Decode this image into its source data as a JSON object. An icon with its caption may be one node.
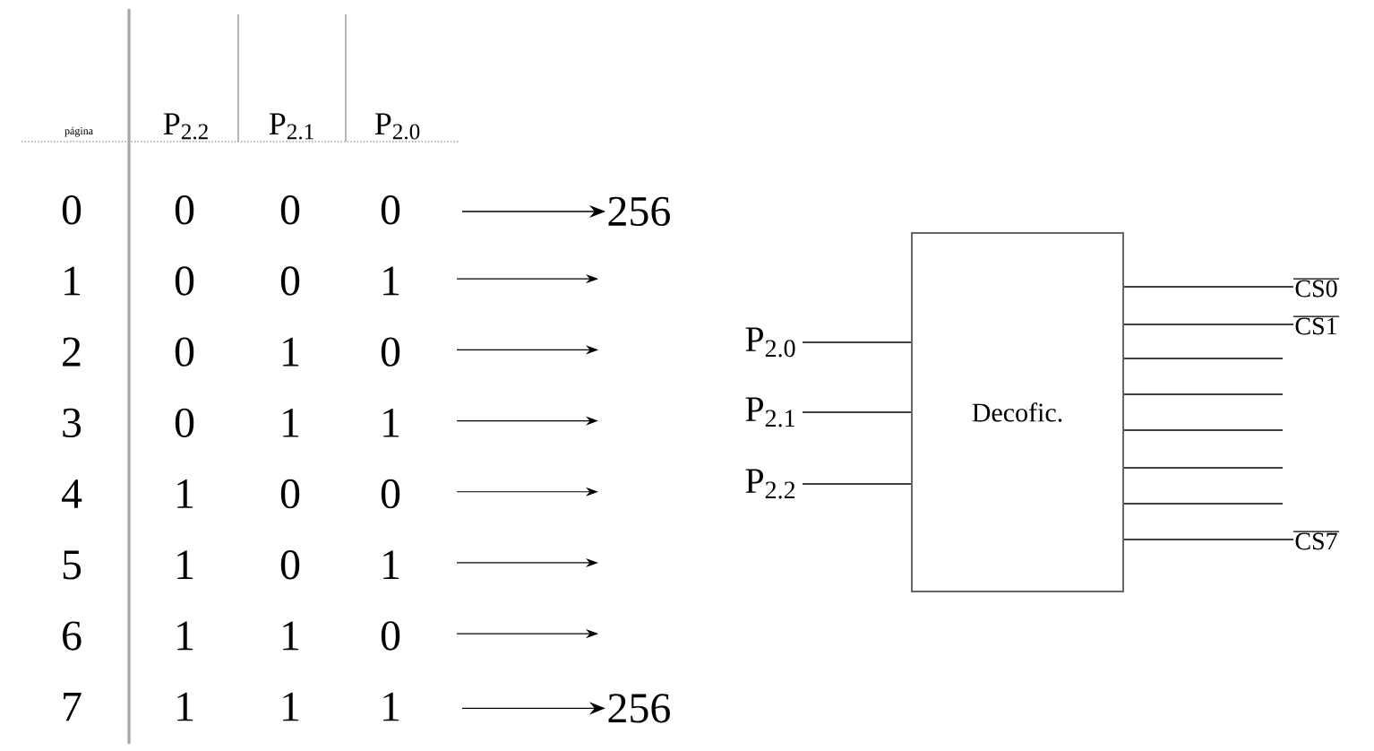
{
  "diagram": {
    "nodes": [
      {
        "text": [
          "256"
        ]
      },
      {
        "text": [
          "P$_{2.0}$"
        ]
      },
      {
        "text": [
          "P$_{2.1}$"
        ]
      },
      {
        "text": [
          "P$_{2.2}$"
        ]
      },
      {
        "text": [
          "Decofic."
        ]
      },
      {
        "text": [
          "CS0"
        ]
      },
      {
        "text": [
          "CS1"
        ]
      },
      {
        "text": [
          "CS7"
        ]
      },
      {
        "text": [
          "256"
        ]
      }
    ],
    "edges": [
      {
        "from": null,
        "to": 0,
        "arrow": "to"
      },
      {
        "from": null,
        "to": 8,
        "arrow": "to"
      },
      {
        "from": 1,
        "to": 4,
        "arrow": "none"
      },
      {
        "from": 2,
        "to": 4,
        "arrow": "none"
      },
      {
        "from": 3,
        "to": 4,
        "arrow": "none"
      },
      {
        "from": 4,
        "to": 5,
        "arrow": "none"
      },
      {
        "from": 4,
        "to": 6,
        "arrow": "none"
      },
      {
        "from": 4,
        "to": null,
        "arrow": "none"
      },
      {
        "from": 4,
        "to": null,
        "arrow": "none"
      },
      {
        "from": 4,
        "to": null,
        "arrow": "none"
      },
      {
        "from": 4,
        "to": null,
        "arrow": "none"
      },
      {
        "from": 4,
        "to": null,
        "arrow": "none"
      },
      {
        "from": 4,
        "to": 7,
        "arrow": "none"
      }
    ],
    "labels": [
      "página",
      "P$_{2.2}$",
      "P$_{2.1}$",
      "P$_{2.0}$",
      "0",
      "0",
      "0",
      "0",
      "1",
      "0",
      "0",
      "1",
      "2",
      "0",
      "1",
      "0",
      "3",
      "0",
      "1",
      "1",
      "4",
      "1",
      "0",
      "0",
      "5",
      "1",
      "0",
      "1",
      "6",
      "1",
      "1",
      "0",
      "7",
      "1",
      "1",
      "1"
    ]
  }
}
